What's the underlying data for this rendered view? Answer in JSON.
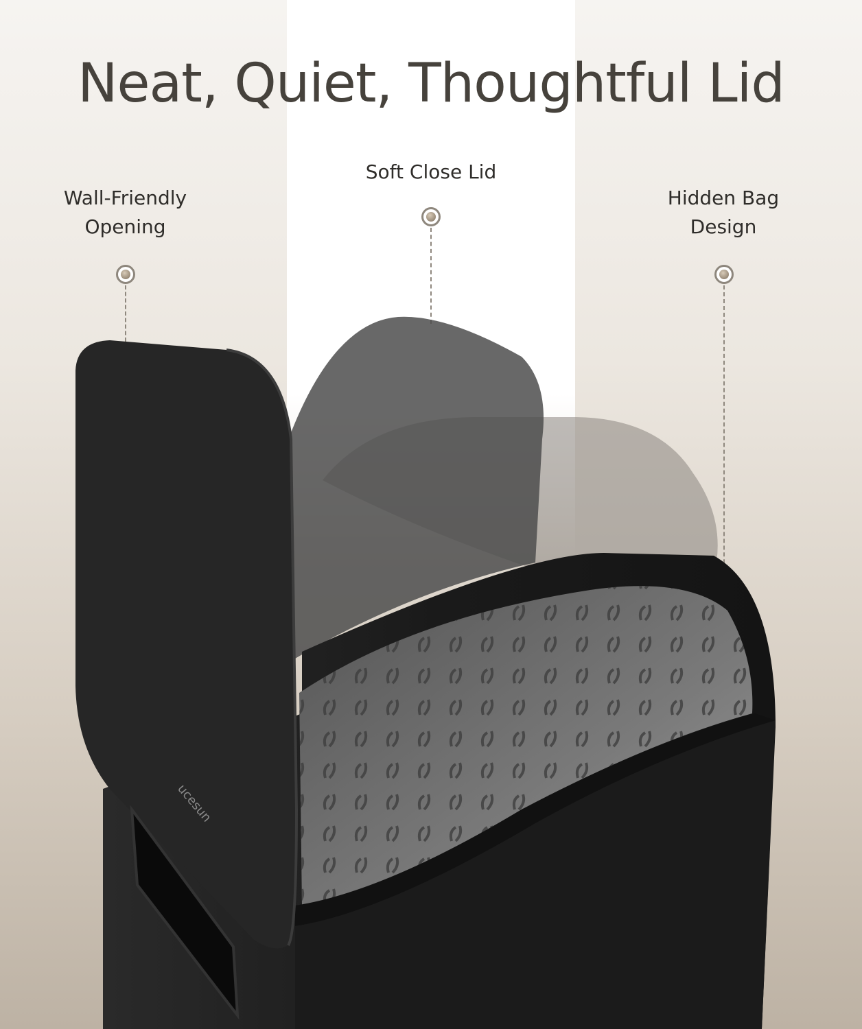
{
  "headline": "Neat, Quiet, Thoughtful Lid",
  "callouts": [
    {
      "id": "wall-friendly",
      "label": "Wall-Friendly\nOpening"
    },
    {
      "id": "soft-close",
      "label": "Soft Close Lid"
    },
    {
      "id": "hidden-bag",
      "label": "Hidden Bag\nDesign"
    }
  ],
  "product": {
    "brand_mark": "ucesun",
    "colors": {
      "body": "#1c1c1c",
      "lid": "#262626",
      "ghost_lid_1": "#5a5a5a",
      "ghost_lid_2": "#8a8580",
      "bag": "#6e6e6e",
      "accent_marker": "#8e877d"
    }
  }
}
